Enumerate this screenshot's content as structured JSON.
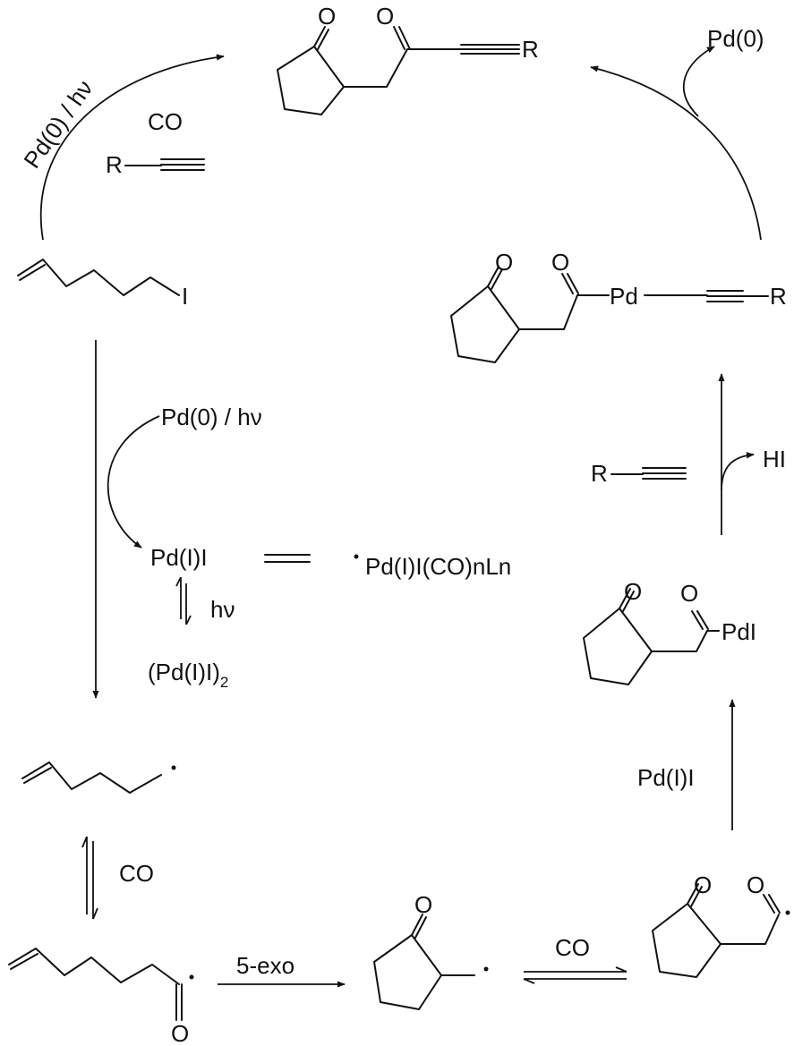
{
  "atoms": {
    "oxygen": "O",
    "iodine": "I",
    "r_group": "R",
    "palladium": "Pd",
    "pd_iodide": "PdI"
  },
  "labels": {
    "pd0_hv_arc": "Pd(0) / hν",
    "co_top": "CO",
    "pd0_release": "Pd(0)",
    "pd0_hv_inner": "Pd(0) / hν",
    "pd1_i": "Pd(I)I",
    "pd1_complex": "Pd(I)I(CO)nLn",
    "hv_dimer": "hν",
    "dimer_main": "(Pd(I)I)",
    "dimer_sub": "2",
    "hi_release": "HI",
    "pd1_i_right": "Pd(I)I",
    "co_left": "CO",
    "five_exo": "5-exo",
    "co_bottom": "CO"
  }
}
